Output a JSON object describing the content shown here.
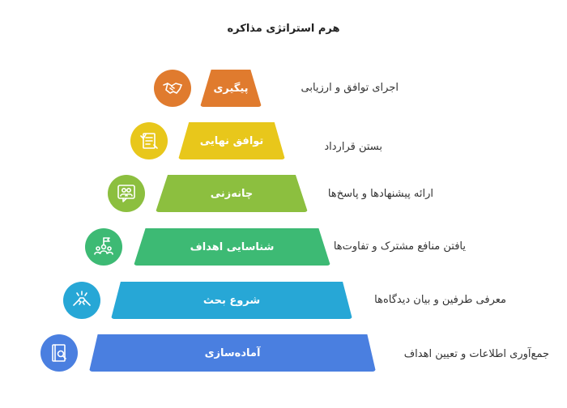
{
  "title": "هرم استراتژی مذاکره",
  "levels": [
    {
      "label": "پیگیری",
      "desc": "اجرای توافق و ارزیابی",
      "color": "#E07B2E",
      "icon": "handshake-icon"
    },
    {
      "label": "توافق نهایی",
      "desc": "بستن قرارداد",
      "color": "#E8C71B",
      "icon": "signed-contract-icon"
    },
    {
      "label": "چانه‌زنی",
      "desc": "ارائه پیشنهادها و پاسخ‌ها",
      "color": "#8CBF3F",
      "icon": "conversation-icon"
    },
    {
      "label": "شناسایی اهداف",
      "desc": "یافتن منافع مشترک و تفاوت‌ها",
      "color": "#3DBA74",
      "icon": "team-goal-icon"
    },
    {
      "label": "شروع بحث",
      "desc": "معرفی طرفین و بیان دیدگاه‌ها",
      "color": "#27A7D6",
      "icon": "fist-bump-icon"
    },
    {
      "label": "آماده‌سازی",
      "desc": "جمع‌آوری اطلاعات و تعیین اهداف",
      "color": "#4A7FE0",
      "icon": "research-book-icon"
    }
  ]
}
